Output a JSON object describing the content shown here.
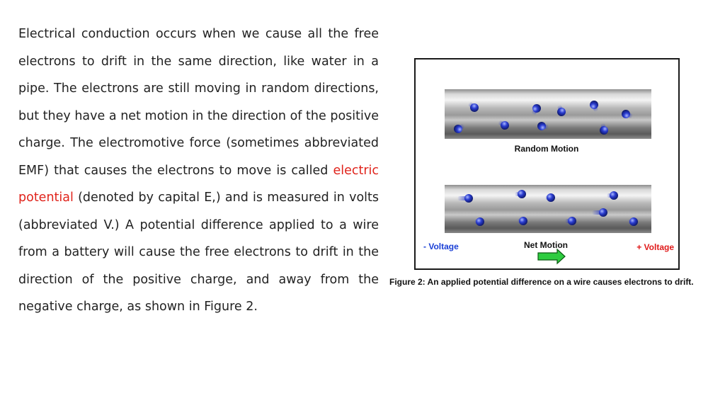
{
  "paragraph": {
    "part1": "Electrical conduction occurs when we cause all the free electrons to drift in the same direction, like water in a pipe. The electrons are still moving in random directions, but they have a net motion in the direction of the positive charge. The electromotive force (sometimes abbreviated EMF) that causes the electrons to move is called ",
    "highlight": "electric potential",
    "part2": " (denoted by capital E,) and is measured in volts (abbreviated V.) A potential difference applied to a wire from a battery will cause the free electrons to drift in the direction of the positive charge, and away from the negative charge, as shown in Figure 2."
  },
  "figure": {
    "random_motion_label": "Random Motion",
    "net_motion_label": "Net Motion",
    "negative_voltage_label": "- Voltage",
    "positive_voltage_label": "+ Voltage",
    "caption": "Figure 2:  An applied potential difference on a wire causes electrons to drift."
  },
  "colors": {
    "highlight_text": "#e0231b",
    "electron": "#1f2fa8",
    "negative_voltage": "#1a3fd6",
    "positive_voltage": "#e01a1a",
    "arrow_fill": "#2ecc40"
  }
}
